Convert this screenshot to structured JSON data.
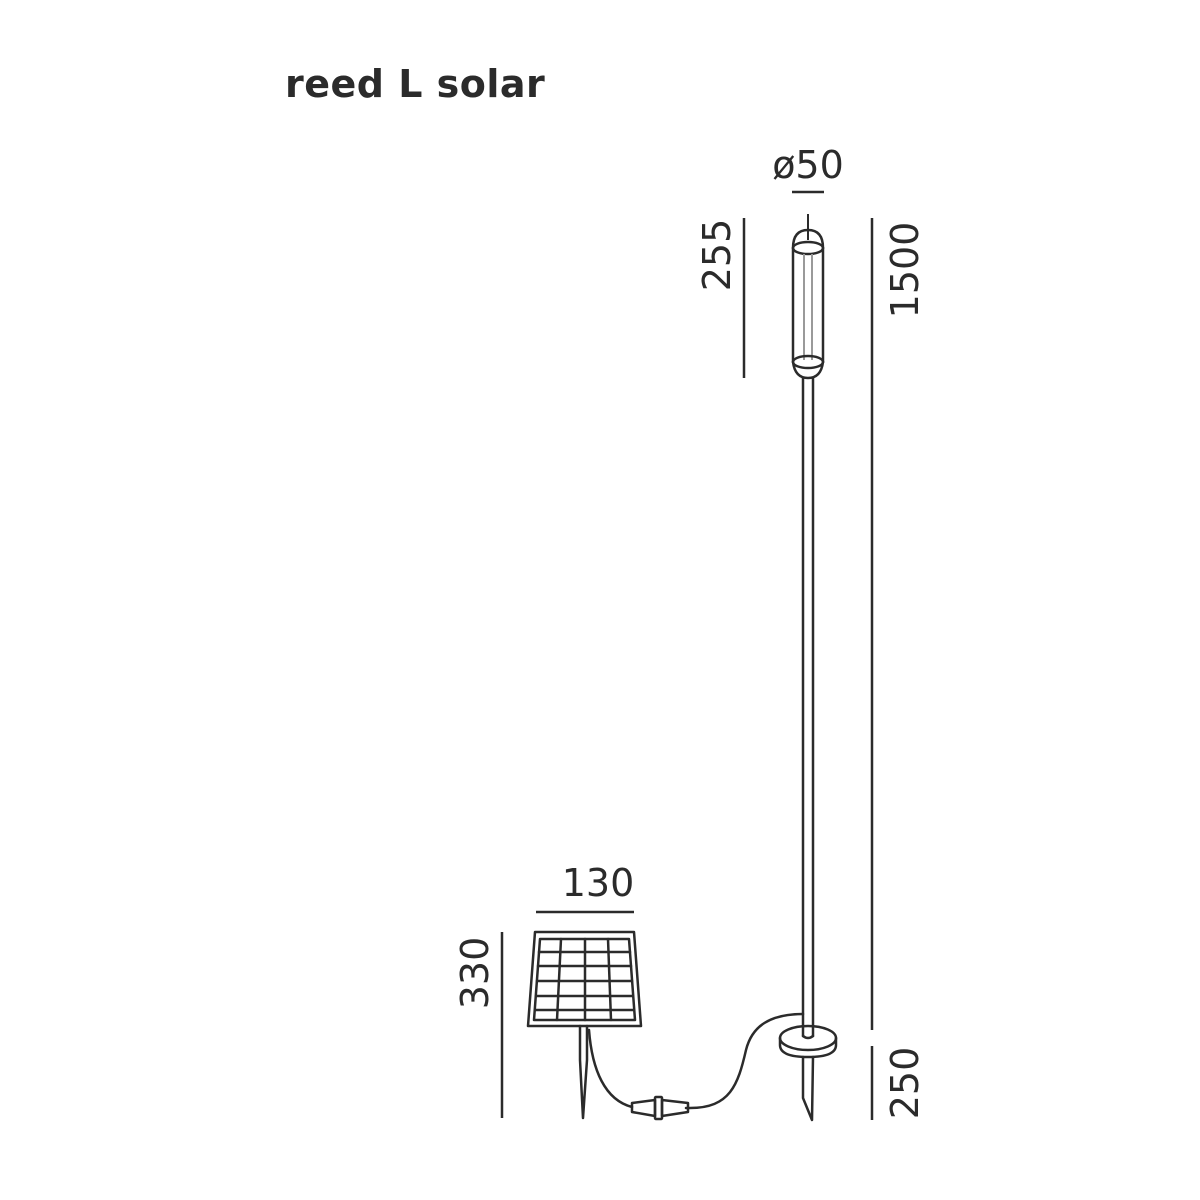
{
  "title": "reed L solar",
  "dimensions": {
    "head_diameter": "ø50",
    "head_height": "255",
    "total_height": "1500",
    "spike_length": "250",
    "panel_width": "130",
    "panel_height": "330"
  },
  "colors": {
    "line": "#2b2b2b",
    "background": "#ffffff"
  }
}
